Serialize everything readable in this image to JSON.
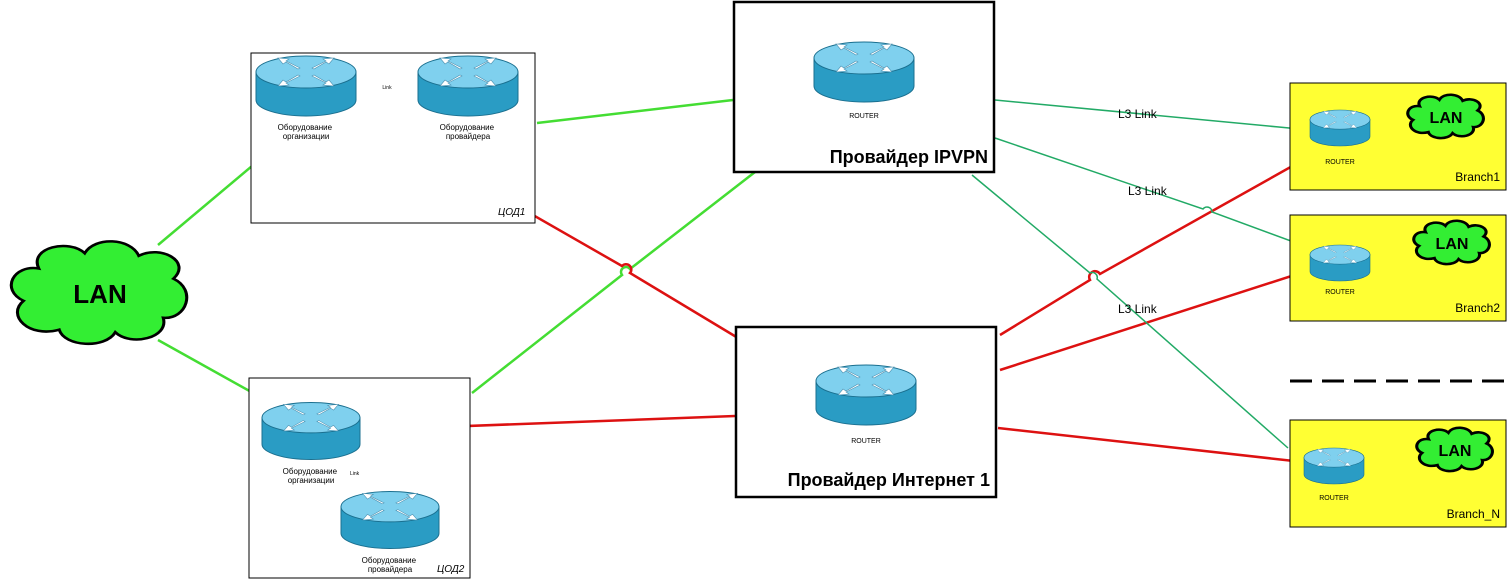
{
  "colors": {
    "lan_fill": "#33ee33",
    "branch_fill": "#ffff33",
    "router_top": "#7fd0ee",
    "router_side": "#2a9cc4",
    "link_green": "#44dd33",
    "link_red": "#dd1111",
    "link_l3": "#22aa66",
    "box_border": "#000000"
  },
  "main_lan": {
    "label": "LAN"
  },
  "cod1": {
    "label": "ЦОД1",
    "router_org": "Оборудование организации",
    "router_prov": "Оборудование провайдера",
    "link_label": "Link"
  },
  "cod2": {
    "label": "ЦОД2",
    "router_org": "Оборудование организации",
    "router_prov": "Оборудование провайдера",
    "link_label": "Link"
  },
  "ipvpn": {
    "router_label": "ROUTER",
    "title": "Провайдер IPVPN"
  },
  "internet": {
    "router_label": "ROUTER",
    "title": "Провайдер Интернет 1"
  },
  "links": {
    "l3_1": "L3 Link",
    "l3_2": "L3 Link",
    "l3_3": "L3 Link"
  },
  "branches": [
    {
      "name": "Branch1",
      "router_label": "ROUTER",
      "lan_label": "LAN"
    },
    {
      "name": "Branch2",
      "router_label": "ROUTER",
      "lan_label": "LAN"
    },
    {
      "name": "Branch_N",
      "router_label": "ROUTER",
      "lan_label": "LAN"
    }
  ]
}
